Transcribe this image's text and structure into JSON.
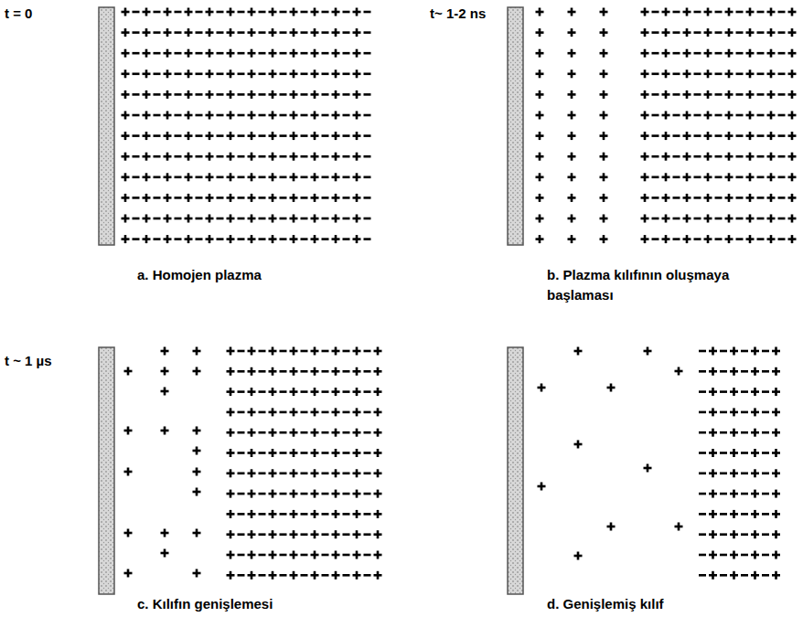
{
  "diagram": {
    "labels": [
      "t = 0",
      "t~ 1-2 ns",
      "a. Homojen plazma",
      "b. Plazma kılıfının oluşmaya başlaması",
      "t ~ 1 µs",
      "c. Kılıfın genişlemesi",
      "d. Genişlemiş kılıf"
    ]
  }
}
